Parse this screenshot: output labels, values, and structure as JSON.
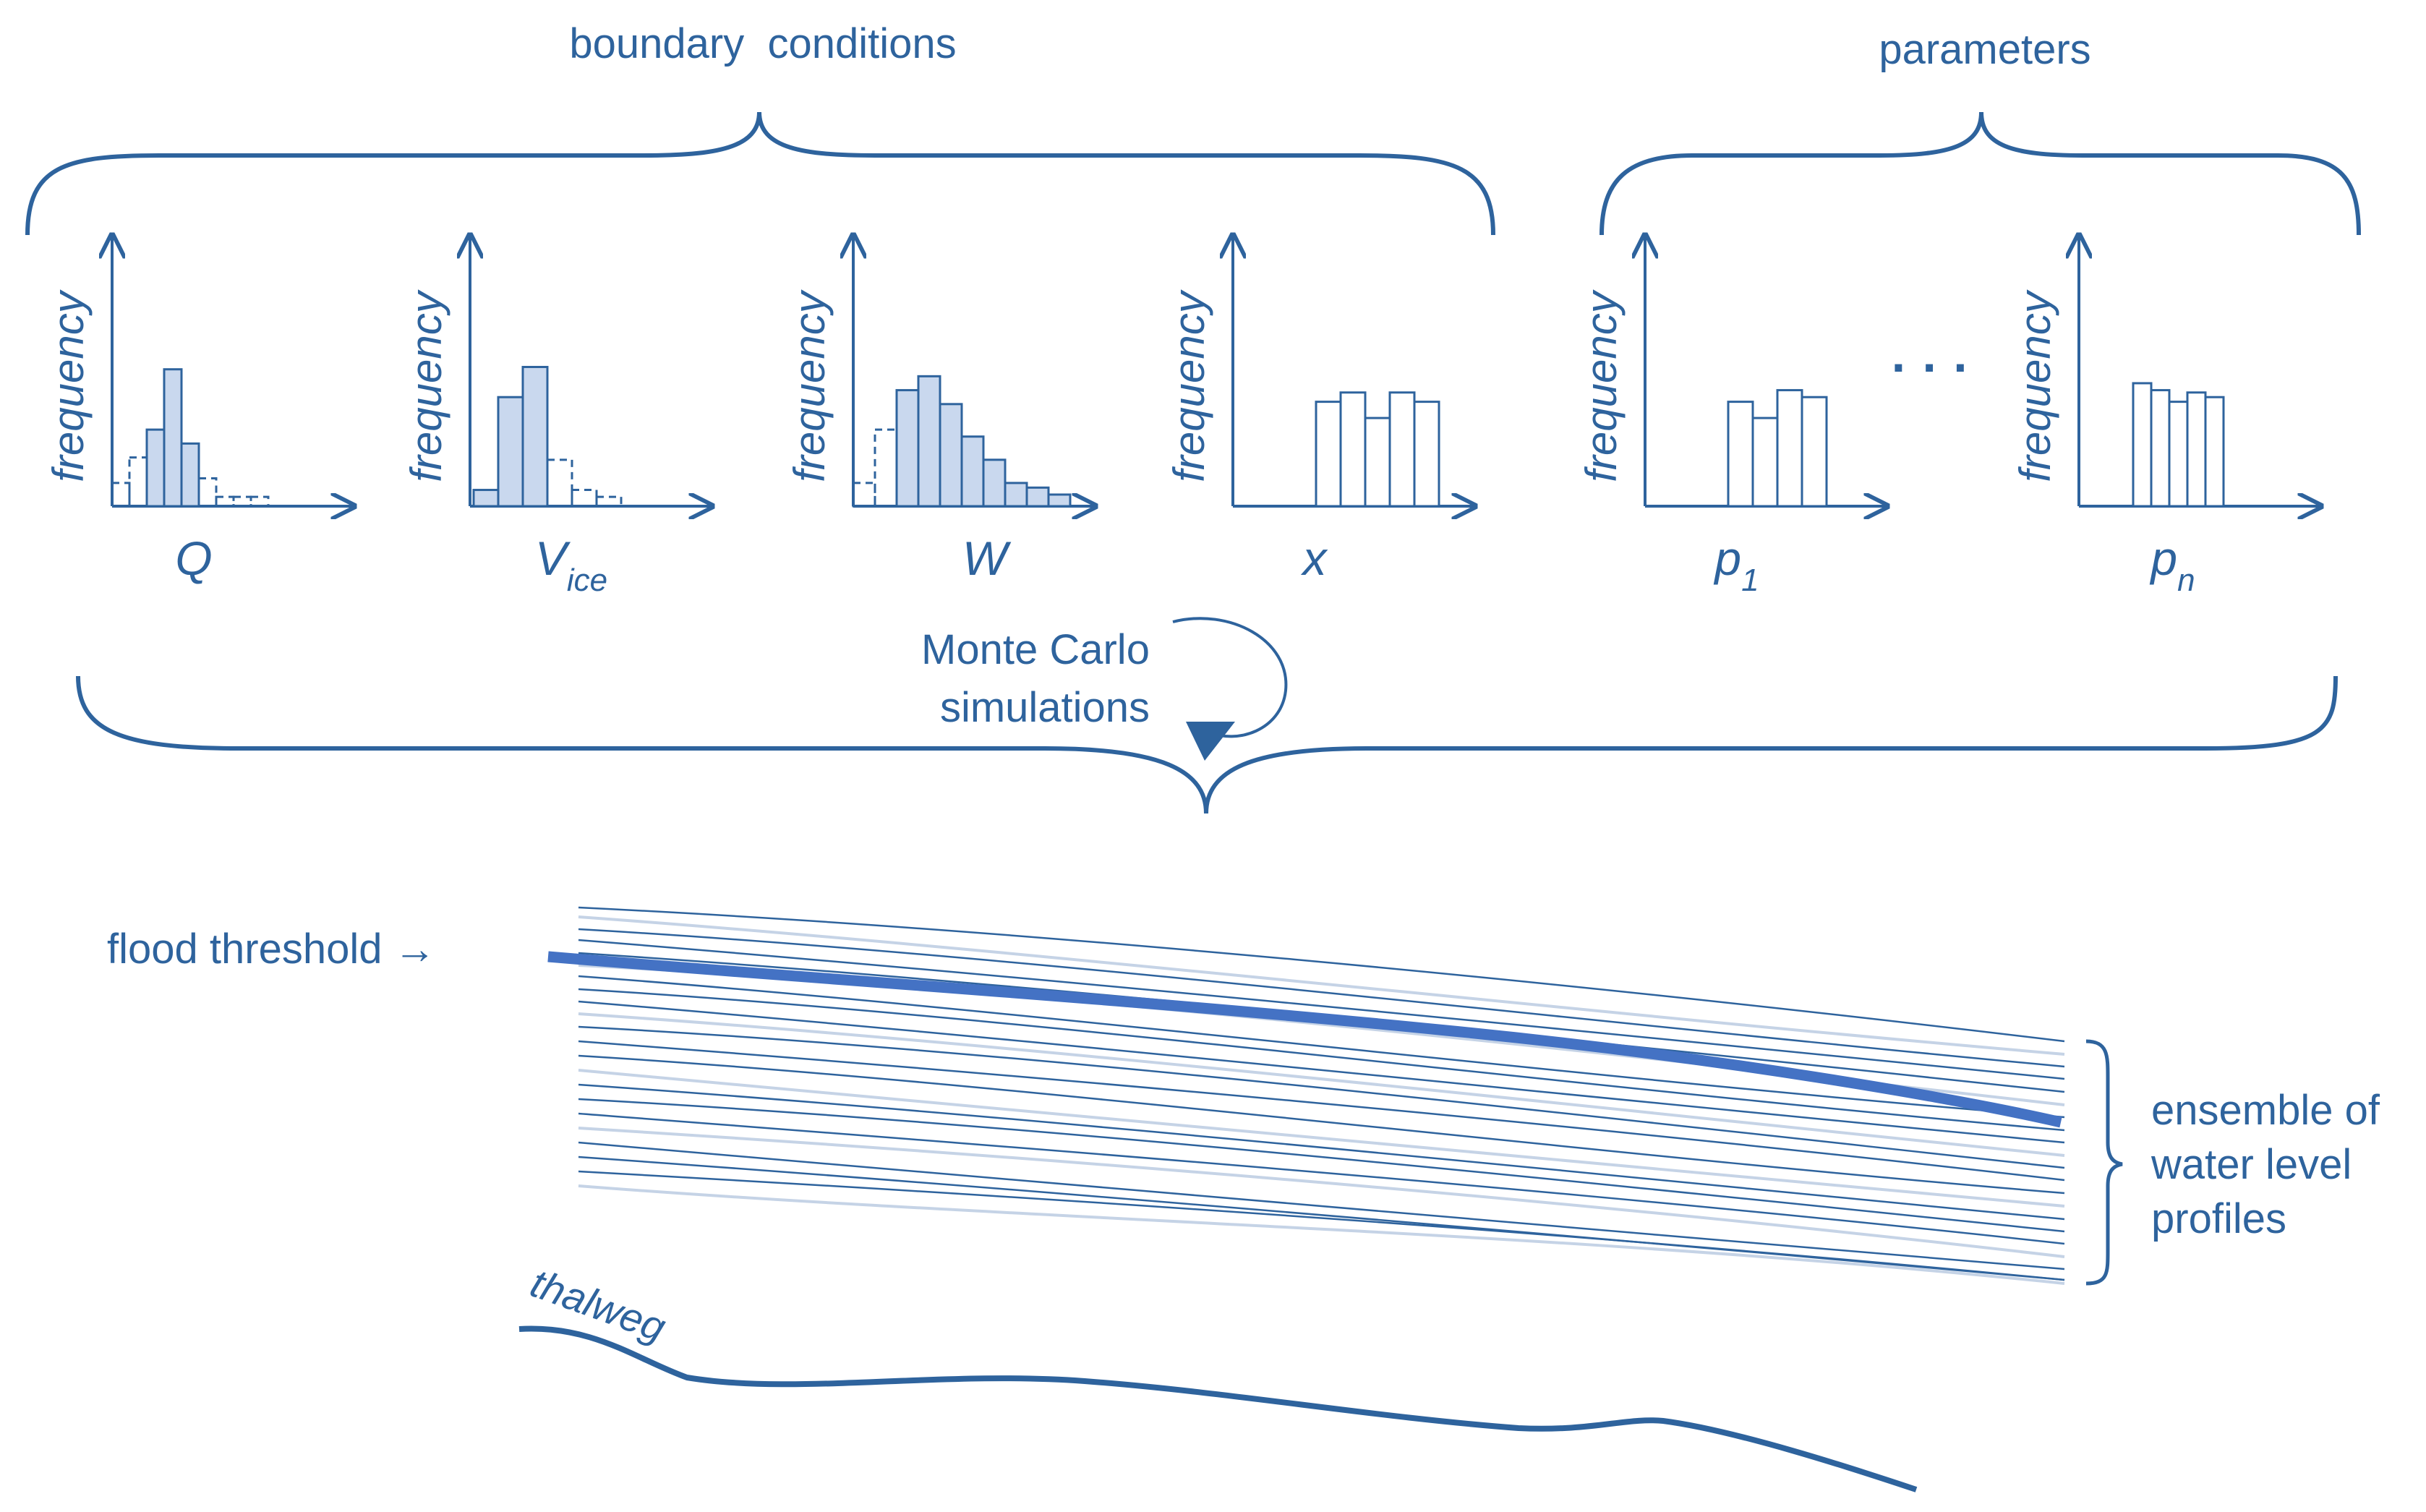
{
  "colors": {
    "primary": "#2E639D",
    "bar_fill": "#C9D8EE",
    "threshold": "#4472C4",
    "faint": "#C5D3E6"
  },
  "labels": {
    "boundary_conditions": "boundary  conditions",
    "parameters": "parameters",
    "monte_carlo_line1": "Monte Carlo",
    "monte_carlo_line2": "simulations",
    "flood_threshold": "flood threshold →",
    "ensemble_line1": "ensemble of",
    "ensemble_line2": "water level",
    "ensemble_line3": "profiles",
    "thalweg": "thalweg",
    "ellipsis": "· · ·"
  },
  "histograms": [
    {
      "id": "q",
      "axis_label": "frequency",
      "var": "Q",
      "sub": "",
      "solid": [
        0.33,
        0.59,
        0.27
      ],
      "dashed_before": [
        0.1,
        0.21
      ],
      "dashed_after": [
        0.12,
        0.04,
        0.04,
        0.04
      ]
    },
    {
      "id": "vice",
      "axis_label": "frequency",
      "var": "V",
      "sub": "ice",
      "solid": [
        0.07,
        0.47,
        0.6
      ],
      "dashed_before": [],
      "dashed_after": [
        0.2,
        0.07,
        0.04
      ]
    },
    {
      "id": "w",
      "axis_label": "frequency",
      "var": "W",
      "sub": "",
      "solid": [
        0.5,
        0.56,
        0.44,
        0.3,
        0.2,
        0.1,
        0.08,
        0.05
      ],
      "dashed_before": [
        0.1,
        0.33
      ],
      "dashed_after": []
    },
    {
      "id": "x",
      "axis_label": "frequency",
      "var": "x",
      "sub": "",
      "solid": [
        0.45,
        0.49,
        0.38,
        0.49,
        0.45
      ],
      "dashed_before": [],
      "dashed_after": [],
      "outline": true
    },
    {
      "id": "p1",
      "axis_label": "frequency",
      "var": "p",
      "sub": "1",
      "solid": [
        0.45,
        0.38,
        0.5,
        0.47
      ],
      "dashed_before": [],
      "dashed_after": [],
      "outline": true
    },
    {
      "id": "pn",
      "axis_label": "frequency",
      "var": "p",
      "sub": "n",
      "solid": [
        0.53,
        0.5,
        0.45,
        0.49,
        0.47
      ],
      "dashed_before": [],
      "dashed_after": [],
      "outline": true
    }
  ]
}
